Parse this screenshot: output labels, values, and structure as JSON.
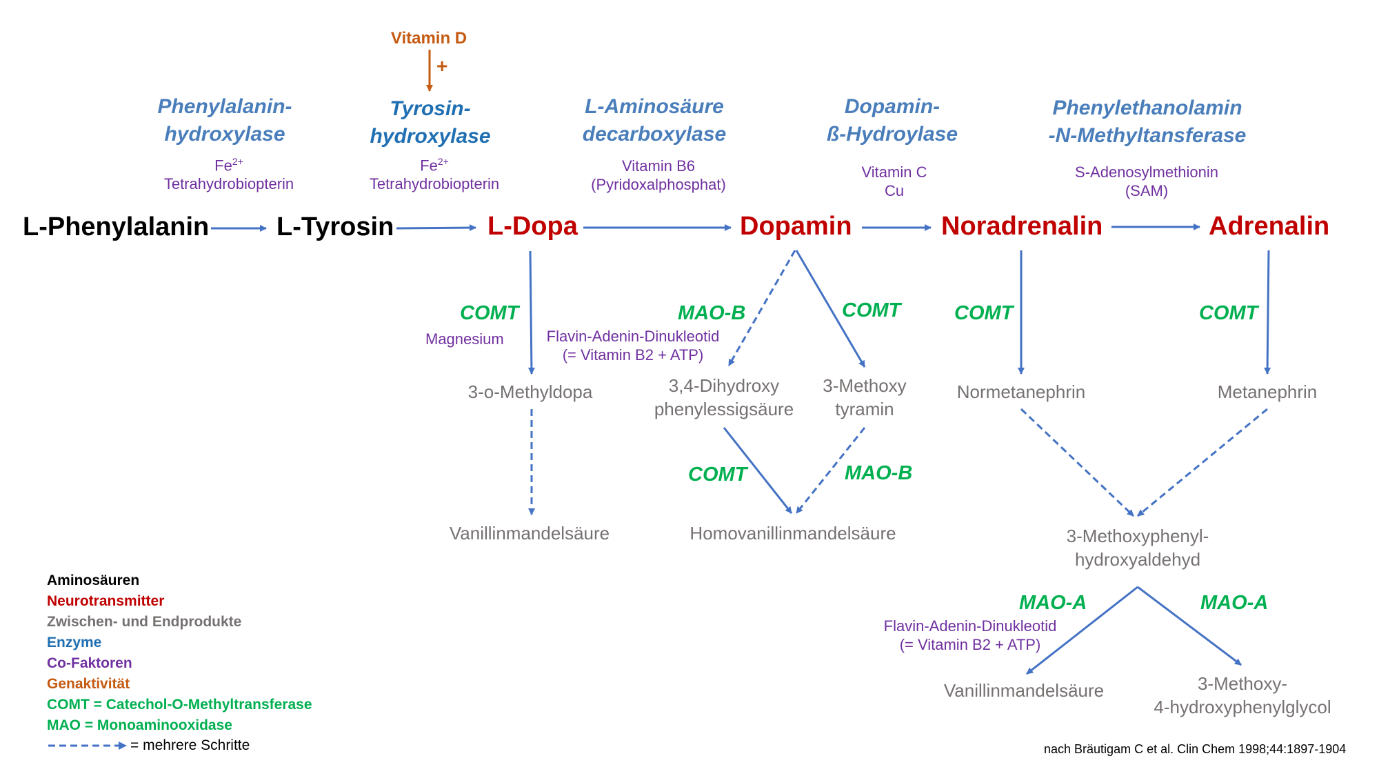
{
  "amino_acids": {
    "phenylalanine": "L-Phenylalanin",
    "tyrosine": "L-Tyrosin"
  },
  "neurotransmitters": {
    "ldopa": "L-Dopa",
    "dopamine": "Dopamin",
    "noradrenaline": "Noradrenalin",
    "adrenaline": "Adrenalin"
  },
  "enzymes": {
    "pah": [
      "Phenylalanin-",
      "hydroxylase"
    ],
    "th": [
      "Tyrosin-",
      "hydroxylase"
    ],
    "aadc": [
      "L-Aminosäure",
      "decarboxylase"
    ],
    "dbh": [
      "Dopamin-",
      "ß-Hydroylase"
    ],
    "pnmt": [
      "Phenylethanolamin",
      "-N-Methyltansferase"
    ]
  },
  "cofactors": {
    "pah": {
      "ion": "Fe",
      "charge": "2+",
      "name": "Tetrahydrobiopterin"
    },
    "th": {
      "ion": "Fe",
      "charge": "2+",
      "name": "Tetrahydrobiopterin"
    },
    "aadc": [
      "Vitamin B6",
      "(Pyridoxalphosphat)"
    ],
    "dbh": [
      "Vitamin C",
      "Cu"
    ],
    "pnmt": [
      "S-Adenosylmethionin",
      "(SAM)"
    ],
    "comt_ldopa": "Magnesium",
    "mao_b": [
      "Flavin-Adenin-Dinukleotid",
      "(= Vitamin B2 + ATP)"
    ],
    "mao_a": [
      "Flavin-Adenin-Dinukleotid",
      "(= Vitamin B2 + ATP)"
    ]
  },
  "gene_activity": {
    "label": "Vitamin D",
    "sign": "+"
  },
  "intermediates": {
    "omd": "3-o-Methyldopa",
    "dopac": [
      "3,4-Dihydroxy",
      "phenylessigsäure"
    ],
    "mt": [
      "3-Methoxy",
      "tyramin"
    ],
    "normetanephrin": "Normetanephrin",
    "metanephrin": "Metanephrin",
    "vma_left": "Vanillinmandelsäure",
    "hva": "Homovanillinmandelsäure",
    "mhpa": [
      "3-Methoxyphenyl-",
      "hydroxyaldehyd"
    ],
    "vma_bottom": "Vanillinmandelsäure",
    "mhpg": [
      "3-Methoxy-",
      "4-hydroxyphenylglycol"
    ]
  },
  "degradation_enzymes": {
    "comt_ldopa": "COMT",
    "maob_dopamine": "MAO-B",
    "comt_dopamine": "COMT",
    "comt_dopac": "COMT",
    "maob_mt": "MAO-B",
    "comt_noradrenaline": "COMT",
    "comt_adrenaline": "COMT",
    "maoa_left": "MAO-A",
    "maoa_right": "MAO-A"
  },
  "legend": [
    {
      "text": "Aminosäuren",
      "color": "#000000"
    },
    {
      "text": "Neurotransmitter",
      "color": "#c00000"
    },
    {
      "text": "Zwischen- und Endprodukte",
      "color": "#767171"
    },
    {
      "text": "Enzyme",
      "color": "#1f6fb2"
    },
    {
      "text": "Co-Faktoren",
      "color": "#7030a0"
    },
    {
      "text": "Genaktivität",
      "color": "#c55a11"
    },
    {
      "text": "COMT = Catechol-O-Methyltransferase",
      "color": "#00b050"
    },
    {
      "text": "MAO =  Monoaminooxidase",
      "color": "#00b050"
    }
  ],
  "legend_dashed": "= mehrere Schritte",
  "citation": "nach Bräutigam C et al. Clin Chem 1998;44:1897-1904",
  "colors": {
    "amino_acid": "#000000",
    "neurotransmitter": "#c00000",
    "intermediate": "#767171",
    "enzyme": "#4a7ebb",
    "cofactor": "#7030a0",
    "gene_activity": "#c55a11",
    "degradation_enzyme": "#00b050",
    "arrow": "#4472c4"
  }
}
